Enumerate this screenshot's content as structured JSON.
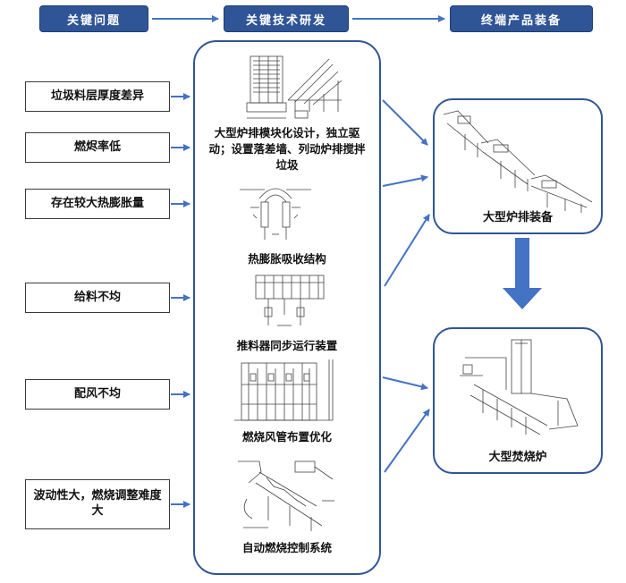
{
  "headers": {
    "problems": "关键问题",
    "tech": "关键技术研发",
    "products": "终端产品装备"
  },
  "problems": [
    "垃圾料层厚度差异",
    "燃烬率低",
    "存在较大热膨胀量",
    "给料不均",
    "配风不均",
    "波动性大，燃烧调整难度大"
  ],
  "technologies": [
    "大型炉排模块化设计，独立驱动；设置落差墙、列动炉排搅拌垃圾",
    "热膨胀吸收结构",
    "推料器同步运行装置",
    "燃烧风管布置优化",
    "自动燃烧控制系统"
  ],
  "products": [
    "大型炉排装备",
    "大型焚烧炉"
  ],
  "colors": {
    "header_fill": "#2f5597",
    "box_border": "#2f5597",
    "arrow": "#4472c4"
  }
}
